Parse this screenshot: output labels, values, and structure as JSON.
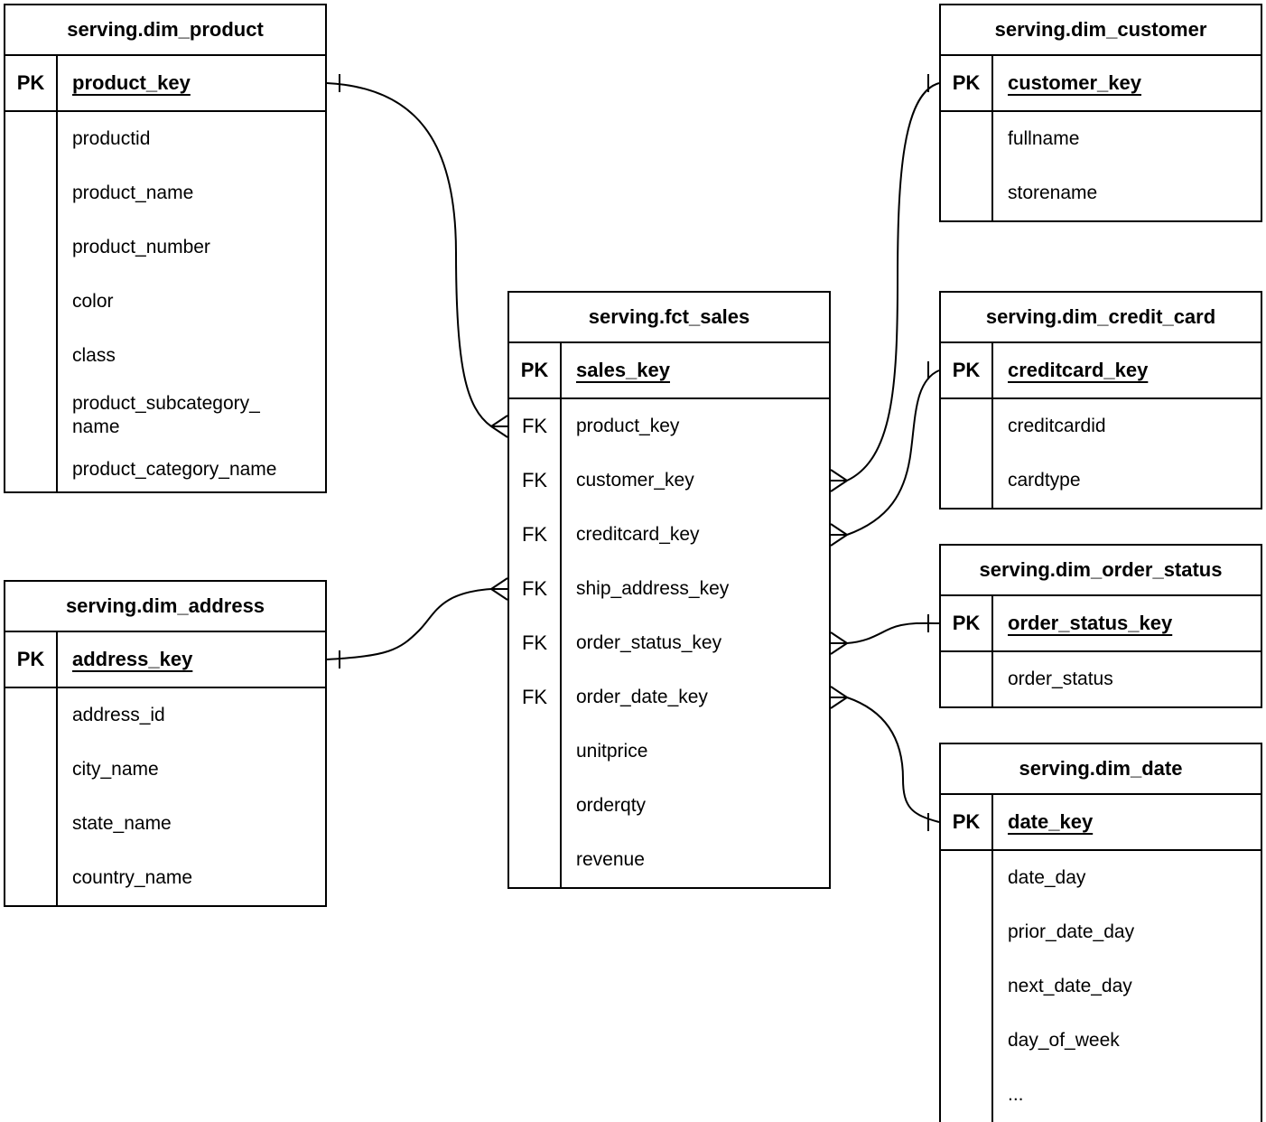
{
  "diagram": {
    "background_color": "#ffffff",
    "line_color": "#000000",
    "entities": [
      {
        "id": "serving.dim_product",
        "title": "serving.dim_product",
        "pk": {
          "badge": "PK",
          "field": "product_key"
        },
        "fields": [
          {
            "key": "",
            "name": "productid"
          },
          {
            "key": "",
            "name": "product_name"
          },
          {
            "key": "",
            "name": "product_number"
          },
          {
            "key": "",
            "name": "color"
          },
          {
            "key": "",
            "name": "class"
          },
          {
            "key": "",
            "name": "product_subcategory_\nname"
          },
          {
            "key": "",
            "name": "product_category_name"
          }
        ]
      },
      {
        "id": "serving.dim_customer",
        "title": "serving.dim_customer",
        "pk": {
          "badge": "PK",
          "field": "customer_key"
        },
        "fields": [
          {
            "key": "",
            "name": "fullname"
          },
          {
            "key": "",
            "name": "storename"
          }
        ]
      },
      {
        "id": "serving.fct_sales",
        "title": "serving.fct_sales",
        "pk": {
          "badge": "PK",
          "field": "sales_key"
        },
        "fields": [
          {
            "key": "FK",
            "name": "product_key"
          },
          {
            "key": "FK",
            "name": "customer_key"
          },
          {
            "key": "FK",
            "name": "creditcard_key"
          },
          {
            "key": "FK",
            "name": "ship_address_key"
          },
          {
            "key": "FK",
            "name": "order_status_key"
          },
          {
            "key": "FK",
            "name": "order_date_key"
          },
          {
            "key": "",
            "name": "unitprice"
          },
          {
            "key": "",
            "name": "orderqty"
          },
          {
            "key": "",
            "name": "revenue"
          }
        ]
      },
      {
        "id": "serving.dim_credit_card",
        "title": "serving.dim_credit_card",
        "pk": {
          "badge": "PK",
          "field": "creditcard_key"
        },
        "fields": [
          {
            "key": "",
            "name": "creditcardid"
          },
          {
            "key": "",
            "name": "cardtype"
          }
        ]
      },
      {
        "id": "serving.dim_order_status",
        "title": "serving.dim_order_status",
        "pk": {
          "badge": "PK",
          "field": "order_status_key"
        },
        "fields": [
          {
            "key": "",
            "name": "order_status"
          }
        ]
      },
      {
        "id": "serving.dim_date",
        "title": "serving.dim_date",
        "pk": {
          "badge": "PK",
          "field": "date_key"
        },
        "fields": [
          {
            "key": "",
            "name": "date_day"
          },
          {
            "key": "",
            "name": "prior_date_day"
          },
          {
            "key": "",
            "name": "next_date_day"
          },
          {
            "key": "",
            "name": "day_of_week"
          },
          {
            "key": "",
            "name": "..."
          }
        ]
      },
      {
        "id": "serving.dim_address",
        "title": "serving.dim_address",
        "pk": {
          "badge": "PK",
          "field": "address_key"
        },
        "fields": [
          {
            "key": "",
            "name": "address_id"
          },
          {
            "key": "",
            "name": "city_name"
          },
          {
            "key": "",
            "name": "state_name"
          },
          {
            "key": "",
            "name": "country_name"
          }
        ]
      }
    ],
    "relationships": [
      {
        "many_end": "serving.fct_sales.product_key",
        "one_end": "serving.dim_product.product_key",
        "many_marker": "crow-foot",
        "one_marker": "tick"
      },
      {
        "many_end": "serving.fct_sales.customer_key",
        "one_end": "serving.dim_customer.customer_key",
        "many_marker": "crow-foot",
        "one_marker": "tick"
      },
      {
        "many_end": "serving.fct_sales.creditcard_key",
        "one_end": "serving.dim_credit_card.creditcard_key",
        "many_marker": "crow-foot",
        "one_marker": "tick"
      },
      {
        "many_end": "serving.fct_sales.ship_address_key",
        "one_end": "serving.dim_address.address_key",
        "many_marker": "crow-foot",
        "one_marker": "tick"
      },
      {
        "many_end": "serving.fct_sales.order_status_key",
        "one_end": "serving.dim_order_status.order_status_key",
        "many_marker": "crow-foot",
        "one_marker": "tick"
      },
      {
        "many_end": "serving.fct_sales.order_date_key",
        "one_end": "serving.dim_date.date_key",
        "many_marker": "crow-foot",
        "one_marker": "tick"
      }
    ]
  }
}
